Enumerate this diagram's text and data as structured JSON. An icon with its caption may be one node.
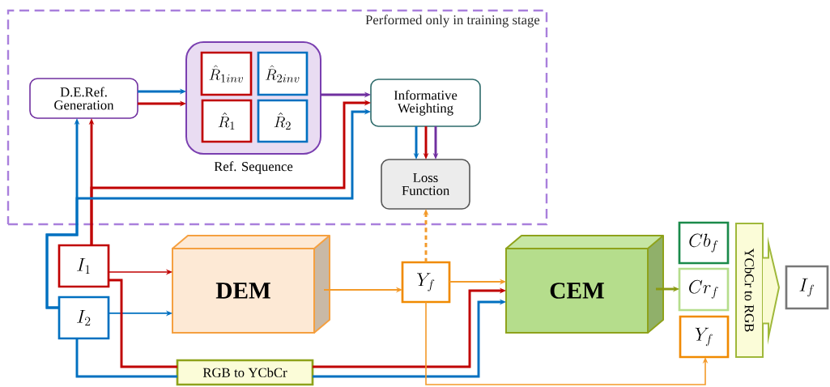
{
  "diagram": {
    "nodes": [
      {
        "text": [
          "Performed only in training stage"
        ]
      },
      {
        "text": [
          "D.E.Ref. Generation"
        ],
        "in": 0
      },
      {
        "text": [
          "Ref. Sequence"
        ],
        "in": 0
      },
      {
        "text": [
          "\\hat{R}_{1inv}"
        ],
        "in": 2
      },
      {
        "text": [
          "\\hat{R}_{2inv}"
        ],
        "in": 2
      },
      {
        "text": [
          "\\hat{R}_{1}"
        ],
        "in": 2
      },
      {
        "text": [
          "\\hat{R}_{2}"
        ],
        "in": 2
      },
      {
        "text": [
          "Informative Weighting"
        ],
        "in": 0
      },
      {
        "text": [
          "Loss Function"
        ],
        "in": 0
      },
      {
        "text": [
          "I_{1}"
        ]
      },
      {
        "text": [
          "I_{2}"
        ]
      },
      {
        "text": [
          "DEM"
        ]
      },
      {
        "text": [
          "Y_{f}"
        ]
      },
      {
        "text": [
          "RGB to YCbCr"
        ]
      },
      {
        "text": [
          "CEM"
        ]
      },
      {
        "text": [
          "Cb_{f}"
        ]
      },
      {
        "text": [
          "Cr_{f}"
        ]
      },
      {
        "text": [
          "Y_{f}"
        ]
      },
      {
        "text": [
          "YCbCr to RGB"
        ]
      },
      {
        "text": [
          "I_{f}"
        ]
      }
    ],
    "edges": [
      {
        "from": 1,
        "to": 2,
        "arrow": "to",
        "color": "#0070c0"
      },
      {
        "from": 1,
        "to": 2,
        "arrow": "to",
        "color": "#c00000"
      },
      {
        "from": 2,
        "to": 7,
        "arrow": "to",
        "color": "#7030a0"
      },
      {
        "from": 9,
        "to": 1,
        "arrow": "to",
        "color": "#c00000"
      },
      {
        "from": 10,
        "to": 1,
        "arrow": "to",
        "color": "#0070c0"
      },
      {
        "from": 9,
        "to": 7,
        "arrow": "to",
        "color": "#c00000"
      },
      {
        "from": 10,
        "to": 7,
        "arrow": "to",
        "color": "#0070c0"
      },
      {
        "from": 7,
        "to": 8,
        "arrow": "to",
        "color": "#0070c0"
      },
      {
        "from": 7,
        "to": 8,
        "arrow": "to",
        "color": "#c00000"
      },
      {
        "from": 7,
        "to": 8,
        "arrow": "to",
        "color": "#7030a0"
      },
      {
        "from": 12,
        "to": 8,
        "arrow": "to",
        "style": "dashed",
        "color": "#f39a2a"
      },
      {
        "from": 9,
        "to": 11,
        "arrow": "to",
        "color": "#c00000"
      },
      {
        "from": 10,
        "to": 11,
        "arrow": "to",
        "color": "#0070c0"
      },
      {
        "from": 11,
        "to": 12,
        "arrow": "to",
        "color": "#f39a2a"
      },
      {
        "from": 12,
        "to": 14,
        "arrow": "to",
        "color": "#f39a2a"
      },
      {
        "from": 9,
        "to": 13,
        "arrow": "none",
        "color": "#c00000"
      },
      {
        "from": 10,
        "to": 13,
        "arrow": "none",
        "color": "#0070c0"
      },
      {
        "from": 13,
        "to": 14,
        "arrow": "to",
        "color": "#c00000"
      },
      {
        "from": 13,
        "to": 14,
        "arrow": "to",
        "color": "#0070c0"
      },
      {
        "from": 12,
        "to": 17,
        "arrow": "to",
        "color": "#f39a2a"
      },
      {
        "from": 14,
        "to": 16,
        "arrow": "to",
        "color": "#8a9a12"
      },
      {
        "from": 18,
        "to": 19,
        "arrow": "to",
        "color": "#fafbd2"
      }
    ]
  }
}
